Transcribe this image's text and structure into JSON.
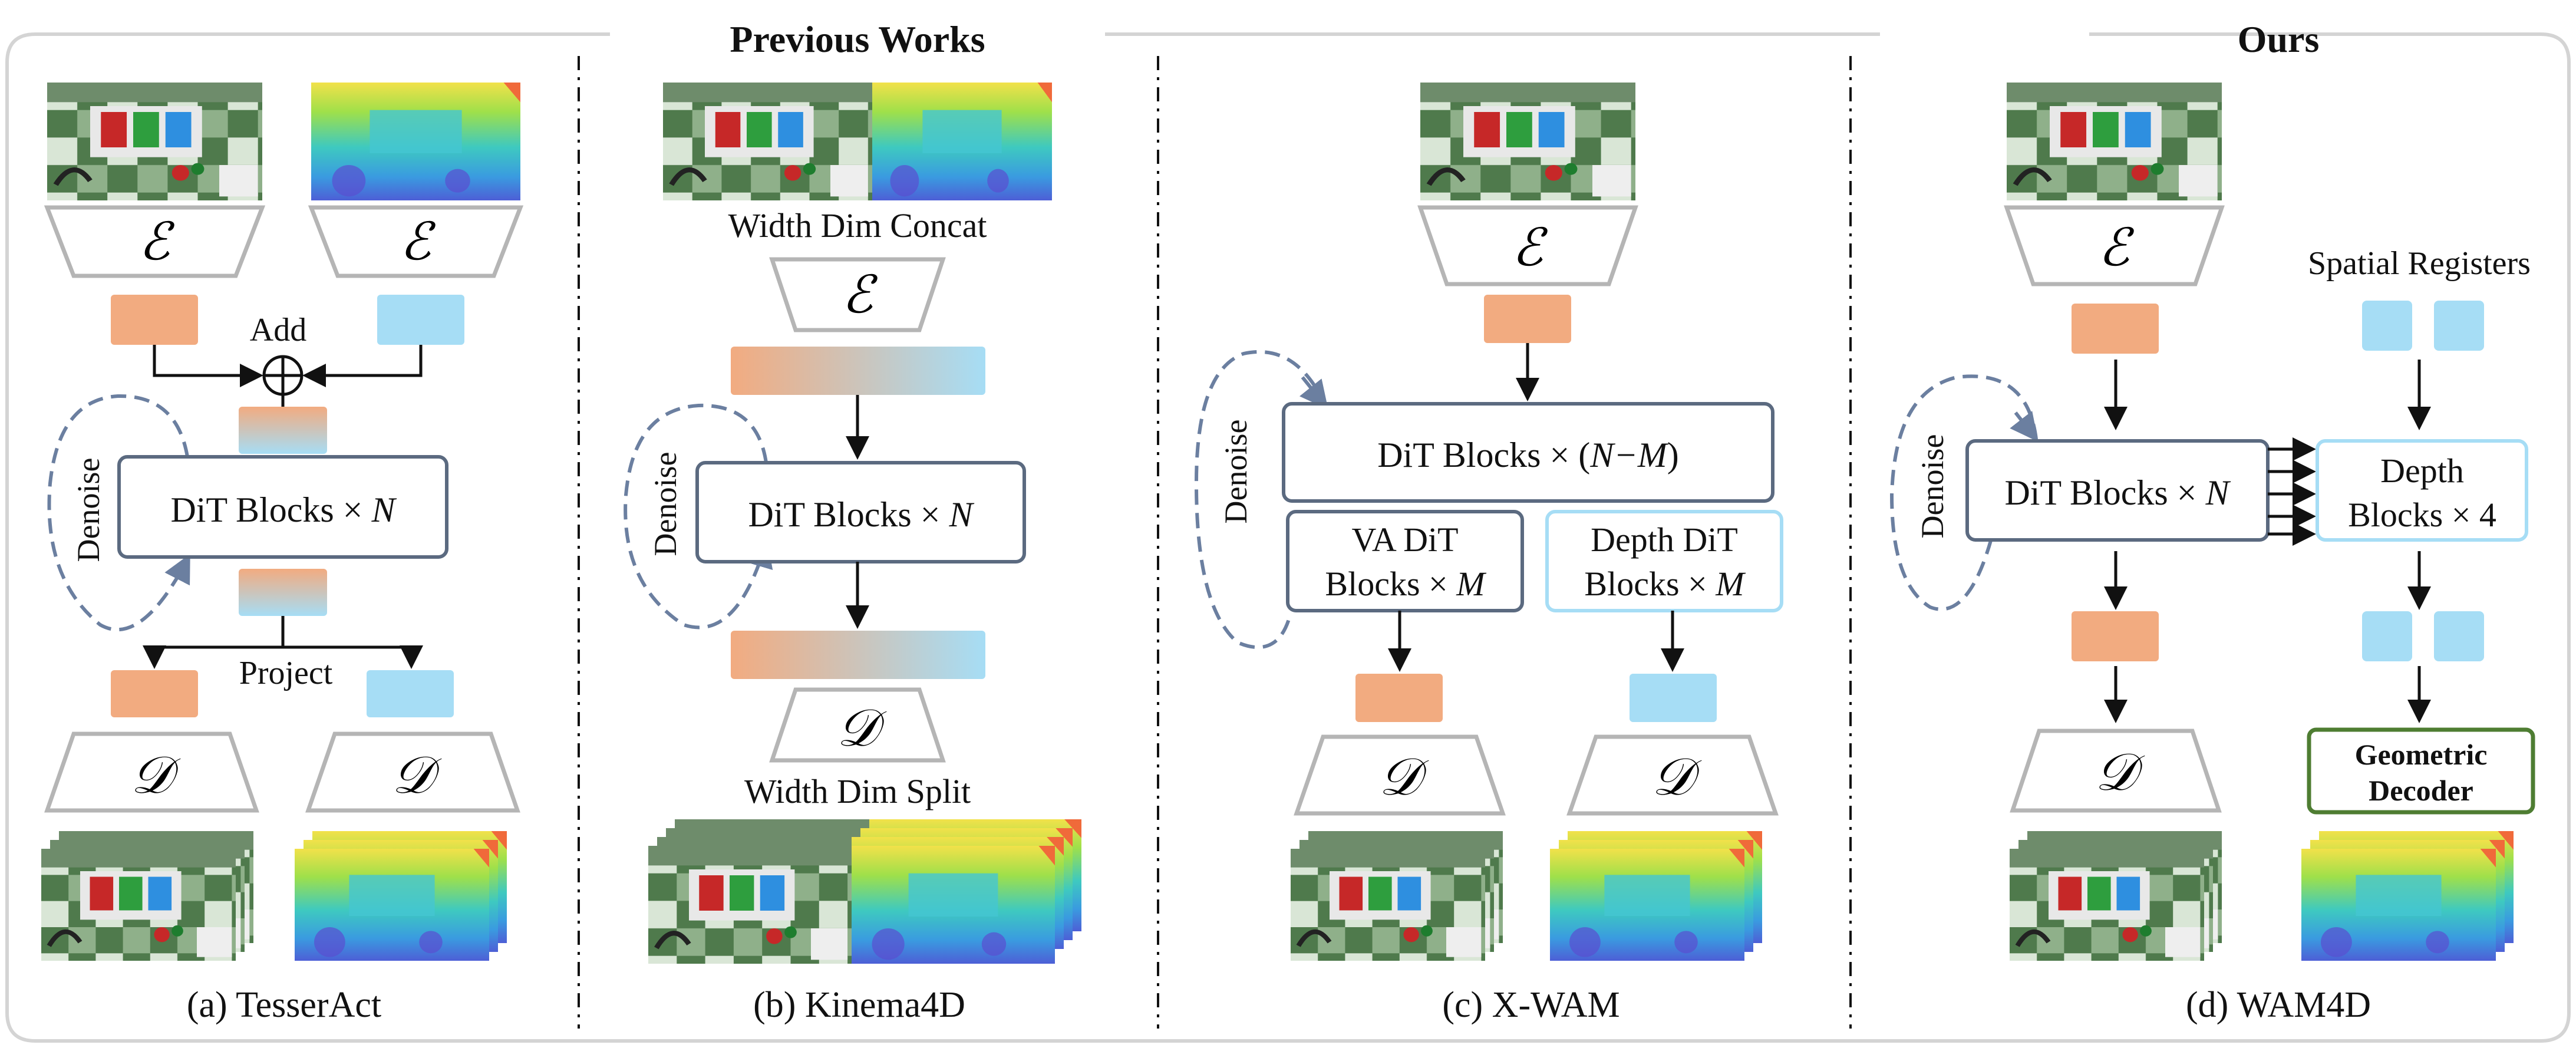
{
  "header": {
    "previous_works": "Previous Works",
    "ours": "Ours"
  },
  "symbols": {
    "encoder": "ℰ",
    "decoder": "𝒟",
    "add": "⊕"
  },
  "panel_a": {
    "add_label": "Add",
    "denoise_label": "Denoise",
    "dit_label": "DiT Blocks × ",
    "dit_var": "N",
    "project_label": "Project",
    "caption": "(a) TesserAct"
  },
  "panel_b": {
    "concat_label": "Width Dim Concat",
    "denoise_label": "Denoise",
    "dit_label": "DiT Blocks × ",
    "dit_var": "N",
    "split_label": "Width Dim Split",
    "caption": "(b) Kinema4D"
  },
  "panel_c": {
    "denoise_label": "Denoise",
    "dit_label": "DiT Blocks × (",
    "dit_var": "N−M",
    "dit_close": ")",
    "va_line1": "VA DiT",
    "va_line2": "Blocks × ",
    "va_var": "M",
    "depth_line1": "Depth DiT",
    "depth_line2": "Blocks × ",
    "depth_var": "M",
    "caption": "(c) X-WAM"
  },
  "panel_d": {
    "spatial_registers": "Spatial Registers",
    "denoise_label": "Denoise",
    "dit_label": "DiT Blocks × ",
    "dit_var": "N",
    "depth_line1": "Depth",
    "depth_line2": "Blocks × 4",
    "geo_line1": "Geometric",
    "geo_line2": "Decoder",
    "caption": "(d) WAM4D"
  },
  "colors": {
    "rgb_token": "#F2AB80",
    "depth_token": "#A6DDF5",
    "block_border_dark": "#5B6A80",
    "block_border_light": "#A6DDF5",
    "geo_border": "#4E7D32",
    "trapezoid": "#B5B5B5",
    "dashed": "#6B7FA0"
  }
}
